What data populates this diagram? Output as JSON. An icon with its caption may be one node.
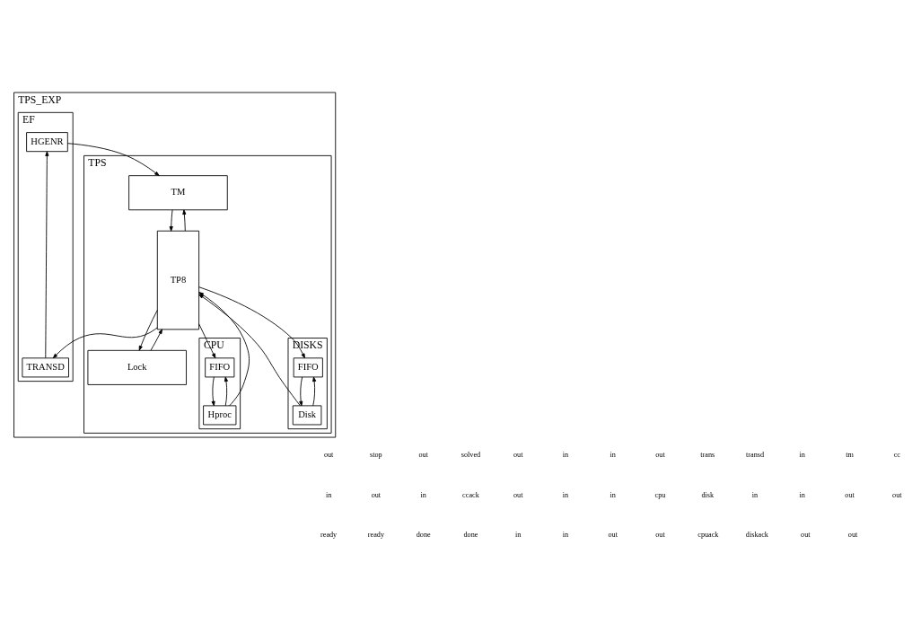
{
  "diagram": {
    "nodes": [
      {
        "text": [
          "TPS_EXP"
        ]
      },
      {
        "text": [
          "EF"
        ],
        "in": 0
      },
      {
        "text": [
          "HGENR"
        ],
        "in": 1
      },
      {
        "text": [
          "TRANSD"
        ],
        "in": 1
      },
      {
        "text": [
          "TPS"
        ],
        "in": 0
      },
      {
        "text": [
          "TM"
        ],
        "in": 4
      },
      {
        "text": [
          "TP8"
        ],
        "in": 4
      },
      {
        "text": [
          "Lock"
        ],
        "in": 4
      },
      {
        "text": [
          "CPU"
        ],
        "in": 4
      },
      {
        "text": [
          "FIFO"
        ],
        "in": 8
      },
      {
        "text": [
          "Hproc"
        ],
        "in": 8
      },
      {
        "text": [
          "DISKS"
        ],
        "in": 4
      },
      {
        "text": [
          "FIFO"
        ],
        "in": 11
      },
      {
        "text": [
          "Disk"
        ],
        "in": 11
      }
    ],
    "edges": [
      {
        "from": 3,
        "to": 2,
        "arrow": "to"
      },
      {
        "from": 2,
        "to": 5,
        "arrow": "to"
      },
      {
        "from": 6,
        "to": 3,
        "arrow": "to"
      },
      {
        "from": 6,
        "to": 5,
        "arrow": "to"
      },
      {
        "from": 5,
        "to": 6,
        "arrow": "to"
      },
      {
        "from": 6,
        "to": 7,
        "arrow": "to"
      },
      {
        "from": 7,
        "to": 6,
        "arrow": "to"
      },
      {
        "from": 6,
        "to": 9,
        "arrow": "to"
      },
      {
        "from": 9,
        "to": 10,
        "arrow": "to"
      },
      {
        "from": 10,
        "to": 9,
        "arrow": "to"
      },
      {
        "from": 10,
        "to": 6,
        "arrow": "to"
      },
      {
        "from": 6,
        "to": 12,
        "arrow": "to"
      },
      {
        "from": 12,
        "to": 13,
        "arrow": "to"
      },
      {
        "from": 13,
        "to": 12,
        "arrow": "to"
      },
      {
        "from": 13,
        "to": 6,
        "arrow": "to"
      }
    ],
    "labels": [
      "out",
      "stop",
      "out",
      "solved",
      "out",
      "in",
      "in",
      "out",
      "trans",
      "transd",
      "in",
      "tm",
      "cc",
      "in",
      "out",
      "in",
      "ccack",
      "out",
      "in",
      "in",
      "cpu",
      "disk",
      "in",
      "in",
      "out",
      "out",
      "ready",
      "ready",
      "done",
      "done",
      "in",
      "in",
      "out",
      "out",
      "cpuack",
      "diskack",
      "out",
      "out"
    ]
  }
}
